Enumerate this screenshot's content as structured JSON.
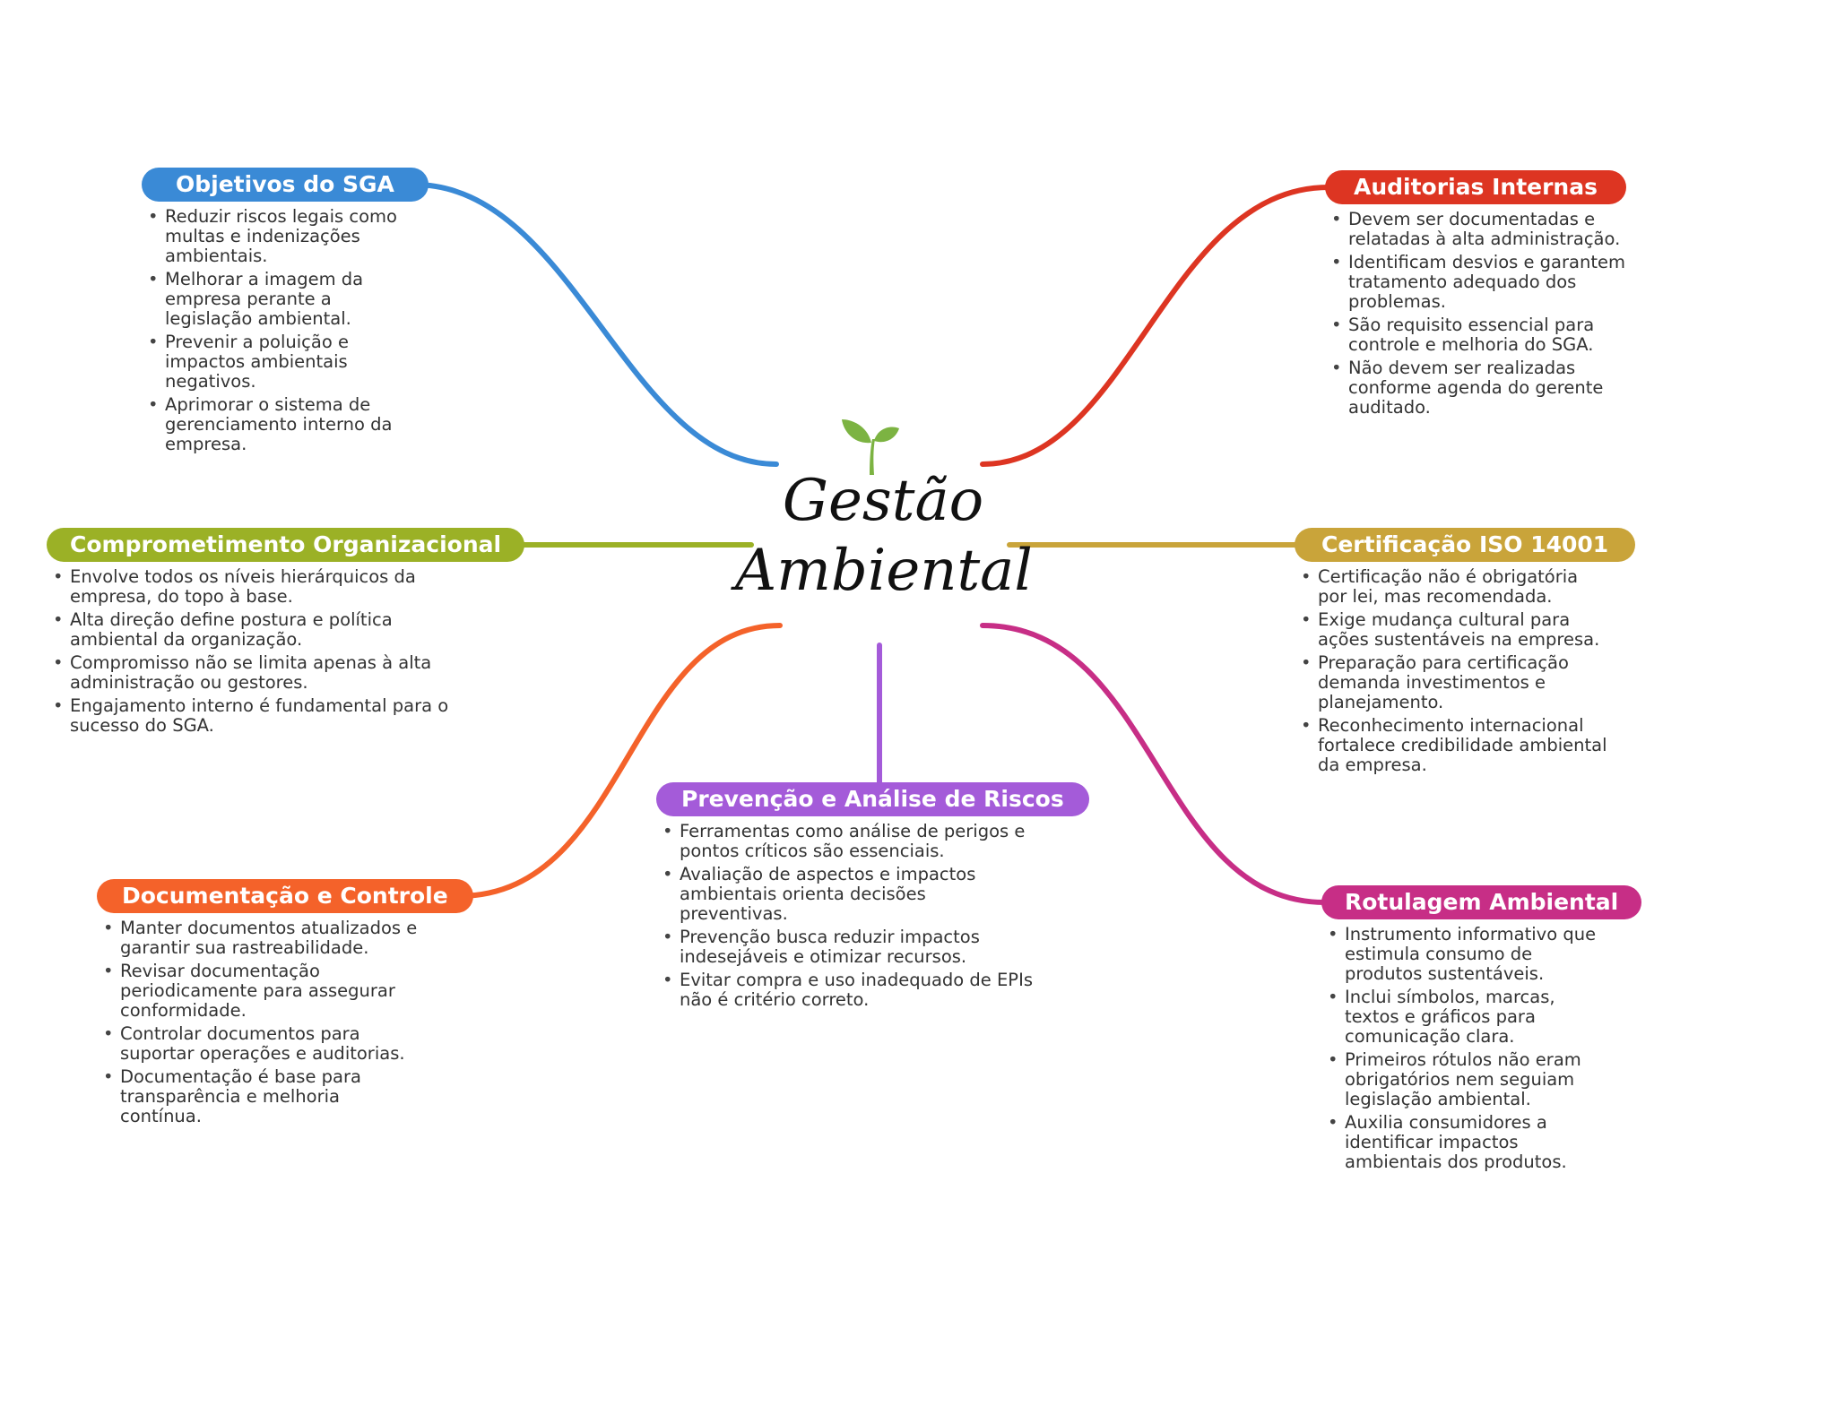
{
  "center": {
    "title_line1": "Gestão",
    "title_line2": "Ambiental",
    "icon": "sprout-icon",
    "icon_color": "#7cb342"
  },
  "branches": [
    {
      "id": "objetivos",
      "title": "Objetivos do SGA",
      "color": "#3a8ad6",
      "items": [
        "Reduzir riscos legais como multas e indenizações ambientais.",
        "Melhorar a imagem da empresa perante a legislação ambiental.",
        "Prevenir a poluição e impactos ambientais negativos.",
        "Aprimorar o sistema de gerenciamento interno da empresa."
      ]
    },
    {
      "id": "comprometimento",
      "title": "Comprometimento Organizacional",
      "color": "#9bb126",
      "items": [
        "Envolve todos os níveis hierárquicos da empresa, do topo à base.",
        "Alta direção define postura e política ambiental da organização.",
        "Compromisso não se limita apenas à alta administração ou gestores.",
        "Engajamento interno é fundamental para o sucesso do SGA."
      ]
    },
    {
      "id": "documentacao",
      "title": "Documentação e Controle",
      "color": "#f4622a",
      "items": [
        "Manter documentos atualizados e garantir sua rastreabilidade.",
        "Revisar documentação periodicamente para assegurar conformidade.",
        "Controlar documentos para suportar operações e auditorias.",
        "Documentação é base para transparência e melhoria contínua."
      ]
    },
    {
      "id": "prevencao",
      "title": "Prevenção e Análise de Riscos",
      "color": "#a45bd9",
      "items": [
        "Ferramentas como análise de perigos e pontos críticos são essenciais.",
        "Avaliação de aspectos e impactos ambientais orienta decisões preventivas.",
        "Prevenção busca reduzir impactos indesejáveis e otimizar recursos.",
        "Evitar compra e uso inadequado de EPIs não é critério correto."
      ]
    },
    {
      "id": "auditorias",
      "title": "Auditorias Internas",
      "color": "#dd3522",
      "items": [
        "Devem ser documentadas e relatadas à alta administração.",
        "Identificam desvios e garantem tratamento adequado dos problemas.",
        "São requisito essencial para controle e melhoria do SGA.",
        "Não devem ser realizadas conforme agenda do gerente auditado."
      ]
    },
    {
      "id": "certificacao",
      "title": "Certificação ISO 14001",
      "color": "#c9a43a",
      "items": [
        "Certificação não é obrigatória por lei, mas recomendada.",
        "Exige mudança cultural para ações sustentáveis na empresa.",
        "Preparação para certificação demanda investimentos e planejamento.",
        "Reconhecimento internacional fortalece credibilidade ambiental da empresa."
      ]
    },
    {
      "id": "rotulagem",
      "title": "Rotulagem Ambiental",
      "color": "#c72e86",
      "items": [
        "Instrumento informativo que estimula consumo de produtos sustentáveis.",
        "Inclui símbolos, marcas, textos e gráficos para comunicação clara.",
        "Primeiros rótulos não eram obrigatórios nem seguiam legislação ambiental.",
        "Auxilia consumidores a identificar impactos ambientais dos produtos."
      ]
    }
  ]
}
